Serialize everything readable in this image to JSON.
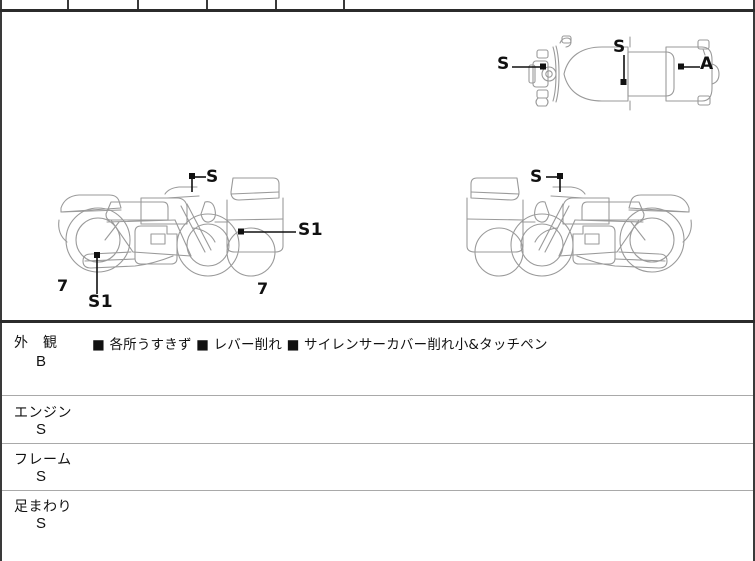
{
  "sheet": {
    "title": "motorcycle-auction-inspection-condition-sheet",
    "top_strip": {
      "ghost_text": "",
      "divider_count": 6
    }
  },
  "diagram": {
    "label": "condition-diagram",
    "views": [
      {
        "id": "top-view",
        "name": "motorcycle-top-view",
        "callouts": [
          {
            "text": "S",
            "role": "left-mirror-damage"
          },
          {
            "text": "S",
            "role": "tank-top-damage"
          },
          {
            "text": "A",
            "role": "right-mirror-damage"
          }
        ]
      },
      {
        "id": "left-side-view",
        "name": "motorcycle-left-side-view",
        "callouts": [
          {
            "text": "S",
            "role": "handlebar-lever-damage"
          },
          {
            "text": "S1",
            "role": "pannier-case-damage"
          },
          {
            "text": "S1",
            "role": "silencer-cover-damage"
          },
          {
            "text": "7",
            "role": "front-area-mark"
          },
          {
            "text": "7",
            "role": "rear-area-mark"
          }
        ]
      },
      {
        "id": "right-side-view",
        "name": "motorcycle-right-side-view",
        "callouts": [
          {
            "text": "S",
            "role": "handlebar-lever-damage"
          }
        ]
      }
    ]
  },
  "condition_rows": [
    {
      "category": "外　観",
      "grade": "B",
      "notes": "■ 各所うすきず ■ レバー削れ ■ サイレンサーカバー削れ小&タッチペン"
    },
    {
      "category": "エンジン",
      "grade": "S",
      "notes": ""
    },
    {
      "category": "フレーム",
      "grade": "S",
      "notes": ""
    },
    {
      "category": "足まわり",
      "grade": "S",
      "notes": ""
    }
  ],
  "colors": {
    "border_dark": "#2b2b2b",
    "border_mid": "#3a3a3a",
    "rule_light": "#a9a9a9",
    "drawing_stroke": "#9a9a9a",
    "text": "#111111",
    "background": "#ffffff"
  }
}
